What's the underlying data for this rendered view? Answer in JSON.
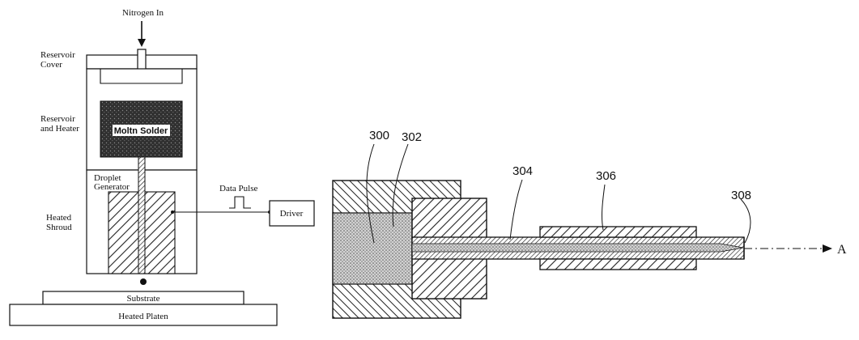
{
  "left_diagram": {
    "labels": {
      "nitrogen_in": "Nitrogen In",
      "reservoir_cover_1": "Reservoir",
      "reservoir_cover_2": "Cover",
      "reservoir_heater_1": "Reservoir",
      "reservoir_heater_2": "and Heater",
      "molten_solder": "Moltn Solder",
      "droplet_gen_1": "Droplet",
      "droplet_gen_2": "Generator",
      "heated_shroud_1": "Heated",
      "heated_shroud_2": "Shroud",
      "data_pulse": "Data Pulse",
      "driver": "Driver",
      "substrate": "Substrate",
      "heated_platen": "Heated Platen"
    }
  },
  "right_diagram": {
    "callouts": [
      "300",
      "302",
      "304",
      "306",
      "308"
    ],
    "axis_label": "A"
  }
}
